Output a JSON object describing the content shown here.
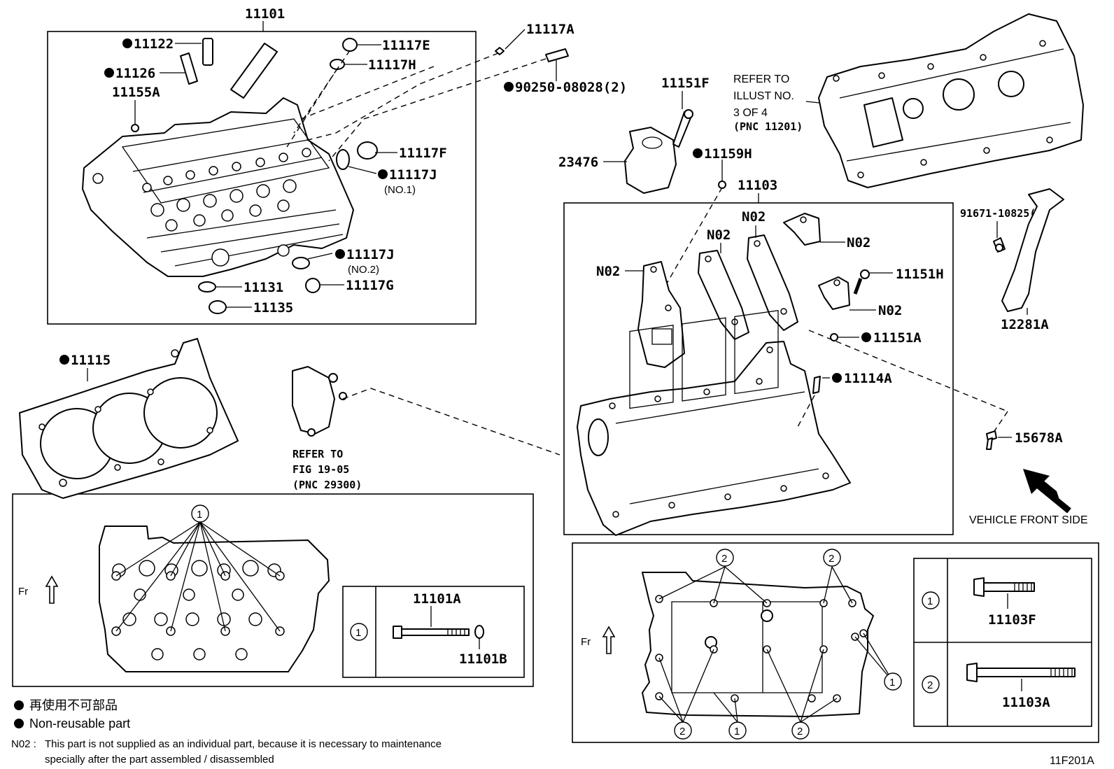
{
  "diagram_id": "11F201A",
  "labels": {
    "cyl_head": "11101",
    "p11122": "11122",
    "p11126": "11126",
    "p11155A": "11155A",
    "p11117E": "11117E",
    "p11117H": "11117H",
    "p11117A": "11117A",
    "p90250": "90250-08028(2)",
    "p11117F": "11117F",
    "p11117J_1": "11117J",
    "no1": "(NO.1)",
    "p11117J_2": "11117J",
    "no2": "(NO.2)",
    "p11131": "11131",
    "p11117G": "11117G",
    "p11135": "11135",
    "p11151F": "11151F",
    "p23476": "23476",
    "p11159H": "11159H",
    "p11103": "11103",
    "refer_illust_1": "REFER TO",
    "refer_illust_2": "ILLUST NO.",
    "refer_illust_3": "3 OF 4",
    "refer_illust_4": "(PNC 11201)",
    "p91671": "91671-10825(2)",
    "p12281A": "12281A",
    "n02_a": "N02",
    "n02_b": "N02",
    "n02_c": "N02",
    "n02_d": "N02",
    "n02_e": "N02",
    "p11151H": "11151H",
    "p11151A": "11151A",
    "p11114A": "11114A",
    "p15678A": "15678A",
    "vehicle_front": "VEHICLE FRONT SIDE",
    "p11115": "11115",
    "refer_fig_1": "REFER TO",
    "refer_fig_2": "FIG 19-05",
    "refer_fig_3": "(PNC 29300)",
    "fr_left": "Fr",
    "fr_right": "Fr",
    "p11101A": "11101A",
    "p11101B": "11101B",
    "p11103F": "11103F",
    "p11103A": "11103A",
    "callout_1": "1",
    "callout_2": "2"
  },
  "legend": {
    "jp": "再使用不可部品",
    "en": "Non-reusable part"
  },
  "note": {
    "code": "N02 :",
    "line1": "This part is not supplied as an individual part, because it is necessary to maintenance",
    "line2": "specially after the part assembled / disassembled"
  }
}
